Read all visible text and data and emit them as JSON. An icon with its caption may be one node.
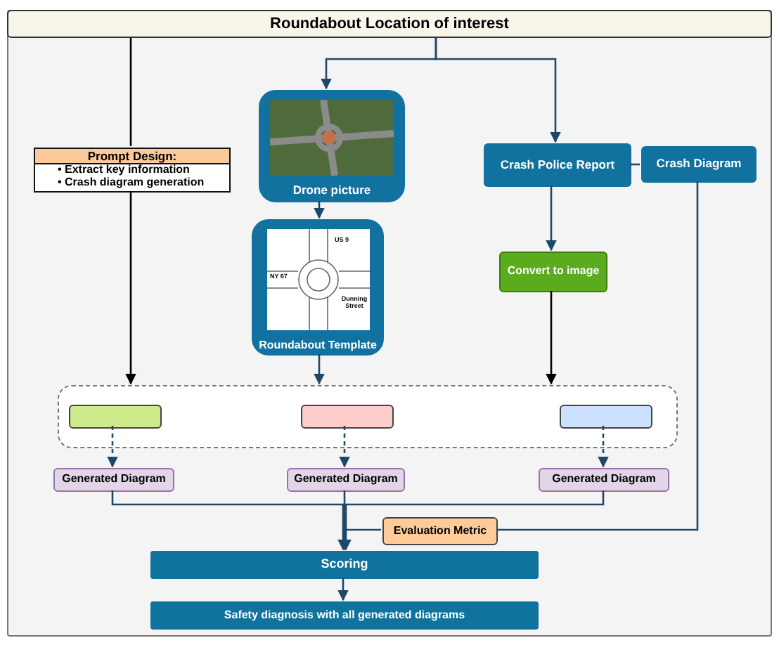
{
  "diagram": {
    "nodes": [
      {
        "text": [
          "Roundabout Location of interest"
        ]
      },
      {
        "text": [
          "Prompt Design:",
          "• Extract key information",
          "• Crash diagram generation"
        ],
        "in": 0
      },
      {
        "text": [
          "Drone picture"
        ],
        "in": 0
      },
      {
        "text": [
          "Roundabout Template"
        ],
        "in": 0
      },
      {
        "text": [
          "Crash Police Report"
        ],
        "in": 0
      },
      {
        "text": [
          "Crash Diagram"
        ],
        "in": 0
      },
      {
        "text": [
          "Convert to image"
        ],
        "in": 0
      },
      {
        "text": [],
        "shape": "box",
        "in": 0
      },
      {
        "text": [],
        "shape": "box",
        "in": 7
      },
      {
        "text": [],
        "shape": "box",
        "in": 7
      },
      {
        "text": [],
        "shape": "box",
        "in": 7
      },
      {
        "text": [
          "Generated Diagram"
        ],
        "in": 0
      },
      {
        "text": [
          "Generated Diagram"
        ],
        "in": 0
      },
      {
        "text": [
          "Generated Diagram"
        ],
        "in": 0
      },
      {
        "text": [
          "Evaluation Metric"
        ],
        "in": 0
      },
      {
        "text": [
          "Scoring"
        ],
        "in": 0
      },
      {
        "text": [
          "Safety diagnosis with all generated diagrams"
        ],
        "in": 0
      }
    ],
    "edges": [
      {
        "from": 0,
        "to": 1,
        "arrow": "none",
        "color": "#000000"
      },
      {
        "from": 1,
        "to": 7,
        "arrow": "to",
        "color": "#000000"
      },
      {
        "from": 0,
        "to": 2,
        "arrow": "to"
      },
      {
        "from": 0,
        "to": 4,
        "arrow": "to"
      },
      {
        "from": 4,
        "to": 5,
        "arrow": "none"
      },
      {
        "from": 2,
        "to": 3,
        "arrow": "to"
      },
      {
        "from": 3,
        "to": 7,
        "arrow": "to"
      },
      {
        "from": 4,
        "to": 6,
        "arrow": "to"
      },
      {
        "from": 6,
        "to": 7,
        "arrow": "to",
        "color": "#000000"
      },
      {
        "from": 8,
        "to": 11,
        "arrow": "to",
        "style": "dashed"
      },
      {
        "from": 9,
        "to": 12,
        "arrow": "to",
        "style": "dashed"
      },
      {
        "from": 10,
        "to": 13,
        "arrow": "to",
        "style": "dashed"
      },
      {
        "from": 11,
        "to": 15,
        "arrow": "to"
      },
      {
        "from": 12,
        "to": 15,
        "arrow": "to"
      },
      {
        "from": 13,
        "to": 15,
        "arrow": "to"
      },
      {
        "from": 5,
        "to": 14,
        "arrow": "none"
      },
      {
        "from": 14,
        "to": 15,
        "arrow": "to"
      },
      {
        "from": 15,
        "to": 16,
        "arrow": "to"
      }
    ],
    "labels": [
      "US 9",
      "NY 67",
      "Dunning Street"
    ]
  }
}
